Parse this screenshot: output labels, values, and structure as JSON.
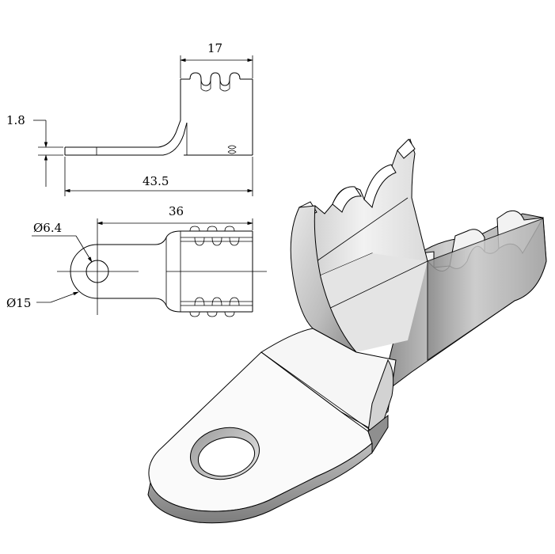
{
  "dimensions": {
    "side_view": {
      "barrel_width": "17",
      "thickness": "1.8",
      "overall_length": "43.5"
    },
    "top_view": {
      "center_to_end_length": "36",
      "hole_diameter": "Ø6.4",
      "tongue_diameter": "Ø15"
    }
  },
  "colors": {
    "line": "#000000",
    "shade_light": "#f4f4f4",
    "shade_mid": "#d9d9d9",
    "shade_dark": "#9a9a9a"
  }
}
